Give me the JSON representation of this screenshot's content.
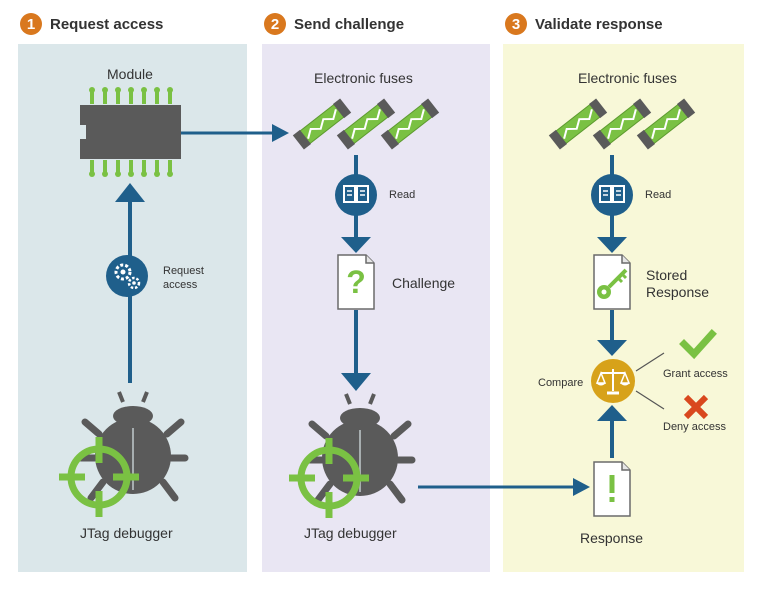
{
  "colors": {
    "panel1": "#dbe7ea",
    "panel2": "#e9e6f3",
    "panel3": "#f8f8d8",
    "step_badge": "#d9781e",
    "arrow": "#1f5f8b",
    "icon_circle": "#1f5f8b",
    "green": "#7ac143",
    "dark_gray": "#5a5a5a",
    "compare_gold": "#d7a21a",
    "deny_red": "#d9481e"
  },
  "steps": [
    {
      "number": "1",
      "title": "Request access"
    },
    {
      "number": "2",
      "title": "Send challenge"
    },
    {
      "number": "3",
      "title": "Validate response"
    }
  ],
  "panel1": {
    "module_label": "Module",
    "action_label_line1": "Request",
    "action_label_line2": "access",
    "action_icon": "gears-icon",
    "debugger_label": "JTag debugger"
  },
  "panel2": {
    "fuses_label": "Electronic fuses",
    "read_label": "Read",
    "read_icon": "book-icon",
    "challenge_label": "Challenge",
    "challenge_icon": "question-document-icon",
    "debugger_label": "JTag debugger"
  },
  "panel3": {
    "fuses_label": "Electronic fuses",
    "read_label": "Read",
    "read_icon": "book-icon",
    "stored_line1": "Stored",
    "stored_line2": "Response",
    "stored_icon": "key-document-icon",
    "compare_label": "Compare",
    "compare_icon": "scales-icon",
    "grant_label": "Grant access",
    "deny_label": "Deny access",
    "response_label": "Response",
    "response_icon": "exclamation-document-icon"
  }
}
